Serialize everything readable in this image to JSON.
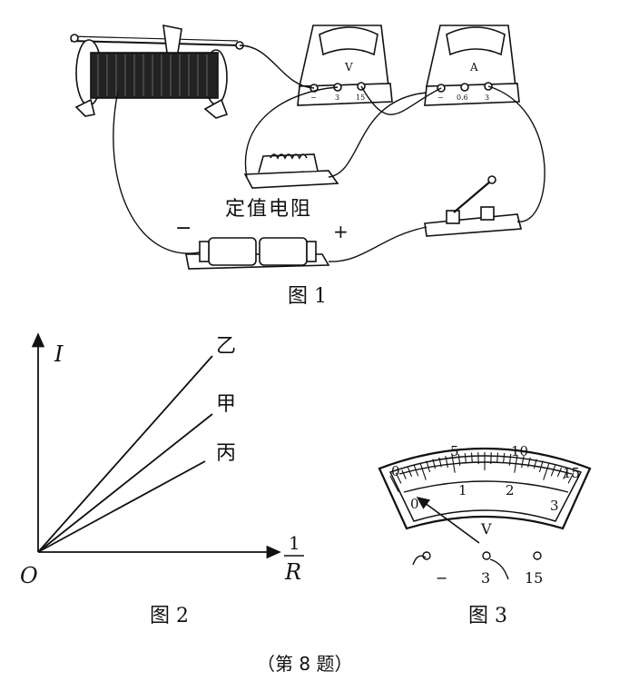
{
  "figure1": {
    "caption": "图 1",
    "resistor_label": "定值电阻",
    "battery_minus": "−",
    "battery_plus": "+",
    "voltmeter": {
      "symbol": "V",
      "terminals": [
        "−",
        "3",
        "15"
      ]
    },
    "ammeter": {
      "symbol": "A",
      "terminals": [
        "−",
        "0.6",
        "3"
      ]
    }
  },
  "figure2": {
    "caption": "图 2",
    "y_axis_label": "I",
    "x_axis_label_num": "1",
    "x_axis_label_den": "R",
    "origin_label": "O",
    "line_labels": [
      "乙",
      "甲",
      "丙"
    ]
  },
  "figure3": {
    "caption": "图 3",
    "upper_scale": [
      "0",
      "5",
      "10",
      "15"
    ],
    "lower_scale": [
      "0",
      "1",
      "2",
      "3"
    ],
    "meter_symbol": "V",
    "terminals": [
      "−",
      "3",
      "15"
    ]
  },
  "problem_caption": "（第 8 题）"
}
